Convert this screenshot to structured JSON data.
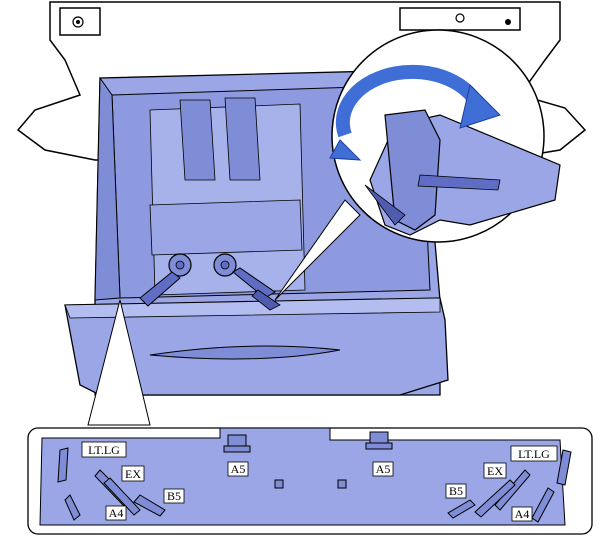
{
  "colors": {
    "tray_fill": "#9aa6e6",
    "tray_shadow": "#7f8cd6",
    "tray_dark": "#5f6dc4",
    "printer_body": "#ffffff",
    "outline": "#000000",
    "arrow_blue": "#3f6fd6",
    "label_box": "#ffffff"
  },
  "detail_labels": {
    "left_ltlg": "LT.LG",
    "left_ex": "EX",
    "left_b5": "B5",
    "left_a4": "A4",
    "center_left_a5": "A5",
    "center_right_a5": "A5",
    "right_ltlg": "LT.LG",
    "right_ex": "EX",
    "right_b5": "B5",
    "right_a4": "A4"
  },
  "icons": [
    "rotation-arrow-icon",
    "screw-icon",
    "paper-guide-icon",
    "size-indicator-icon"
  ]
}
